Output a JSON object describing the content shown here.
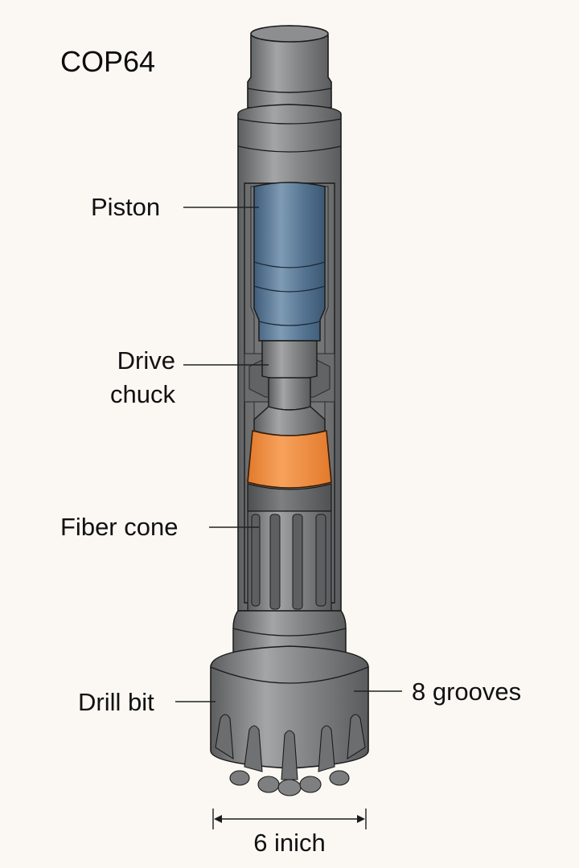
{
  "diagram": {
    "title": "COP64",
    "subject": "DTH hammer cutaway",
    "colors": {
      "background": "#fbf8f3",
      "steel_dark": "#5e5f61",
      "steel_mid": "#7b7c7e",
      "steel_light": "#a6a7a9",
      "piston_blue": "#4f6f8f",
      "piston_blue_light": "#7d9ab5",
      "cone_orange": "#f08a3a",
      "cone_orange_light": "#f6a661",
      "outline": "#1b1b1b",
      "leader_line": "#222222"
    },
    "labels": {
      "piston": "Piston",
      "drive_chuck_line1": "Drive",
      "drive_chuck_line2": "chuck",
      "fiber_cone": "Fiber cone",
      "drill_bit": "Drill bit",
      "grooves": "8 grooves"
    },
    "dimension": {
      "value": "6 inich",
      "arrow": "double-headed"
    }
  }
}
